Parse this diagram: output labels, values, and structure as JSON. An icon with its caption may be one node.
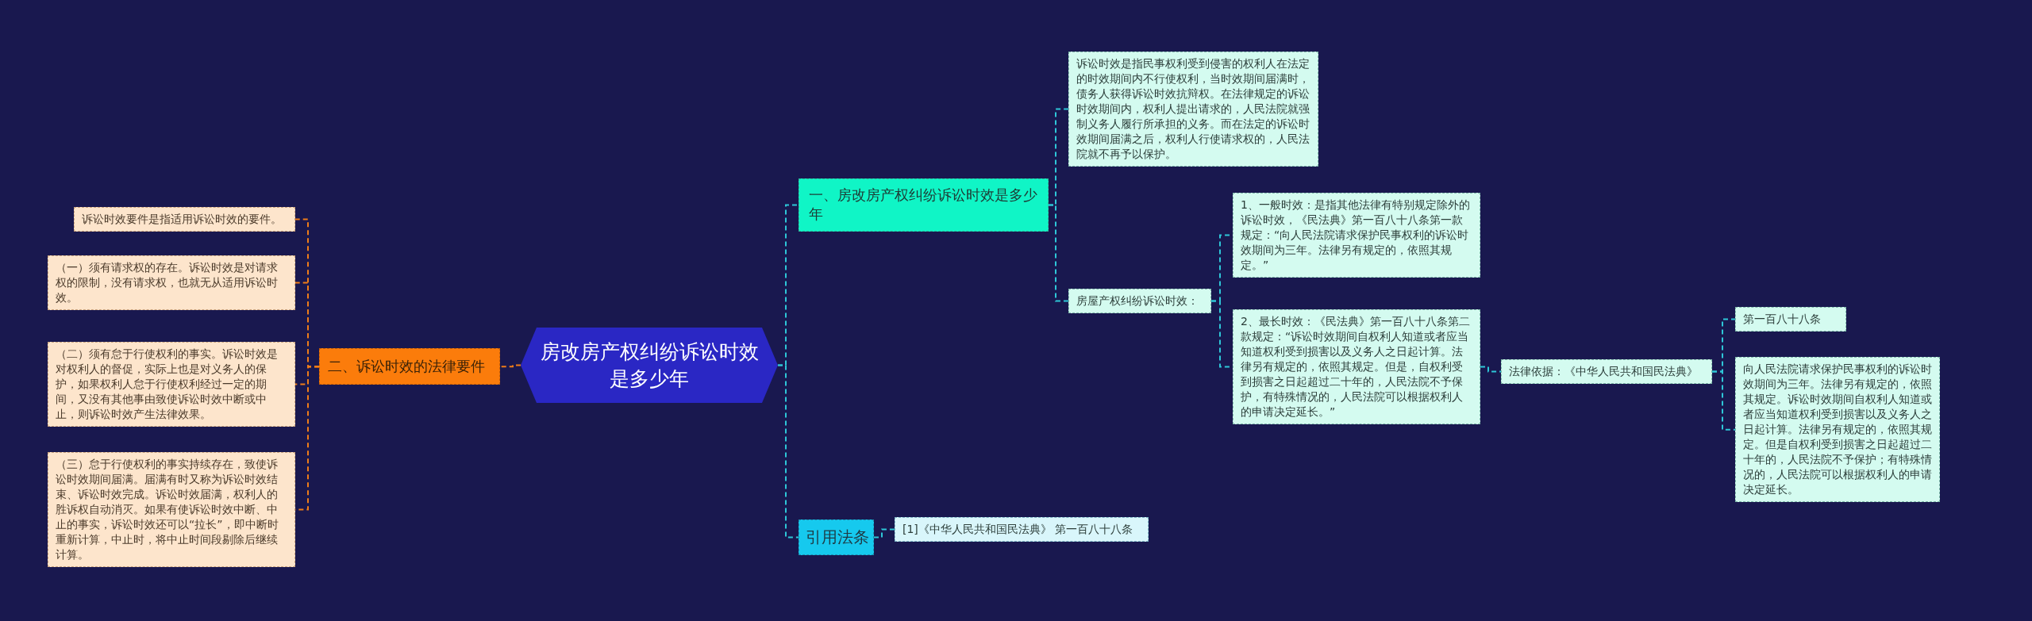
{
  "diagram": {
    "nodes": [
      {
        "text": [
          "房改房产权纠纷诉讼时效是多少年"
        ]
      },
      {
        "text": [
          "一、房改房产权纠纷诉讼时效是多少年"
        ]
      },
      {
        "text": [
          "诉讼时效是指民事权利受到侵害的权利人在法定的时效期间内不行使权利，当时效期间届满时，债务人获得诉讼时效抗辩权。在法律规定的诉讼时效期间内，权利人提出请求的，人民法院就强制义务人履行所承担的义务。而在法定的诉讼时效期间届满之后，权利人行使请求权的，人民法院就不再予以保护。"
        ]
      },
      {
        "text": [
          "房屋产权纠纷诉讼时效："
        ]
      },
      {
        "text": [
          "1、一般时效：是指其他法律有特别规定除外的诉讼时效，《民法典》第一百八十八条第一款规定：“向人民法院请求保护民事权利的诉讼时效期间为三年。法律另有规定的，依照其规定。”"
        ]
      },
      {
        "text": [
          "2、最长时效：《民法典》第一百八十八条第二款规定：“诉讼时效期间自权利人知道或者应当知道权利受到损害以及义务人之日起计算。法律另有规定的，依照其规定。但是，自权利受到损害之日起超过二十年的，人民法院不予保护，有特殊情况的，人民法院可以根据权利人的申请决定延长。”"
        ]
      },
      {
        "text": [
          "法律依据：《中华人民共和国民法典》"
        ]
      },
      {
        "text": [
          "第一百八十八条"
        ]
      },
      {
        "text": [
          "向人民法院请求保护民事权利的诉讼时效期间为三年。法律另有规定的，依照其规定。诉讼时效期间自权利人知道或者应当知道权利受到损害以及义务人之日起计算。法律另有规定的，依照其规定。但是自权利受到损害之日起超过二十年的，人民法院不予保护；有特殊情况的，人民法院可以根据权利人的申请决定延长。"
        ]
      },
      {
        "text": [
          "引用法条"
        ]
      },
      {
        "text": [
          "[1]《中华人民共和国民法典》 第一百八十八条"
        ]
      },
      {
        "text": [
          "二、诉讼时效的法律要件"
        ]
      },
      {
        "text": [
          "诉讼时效要件是指适用诉讼时效的要件。"
        ]
      },
      {
        "text": [
          "（一）须有请求权的存在。诉讼时效是对请求权的限制，没有请求权，也就无从适用诉讼时效。"
        ]
      },
      {
        "text": [
          "（二）须有怠于行使权利的事实。诉讼时效是对权利人的督促，实际上也是对义务人的保护，如果权利人怠于行使权利经过一定的期间，又没有其他事由致使诉讼时效中断或中止，则诉讼时效产生法律效果。"
        ]
      },
      {
        "text": [
          "（三）怠于行使权利的事实持续存在，致使诉讼时效期间届满。届满有时又称为诉讼时效结束、诉讼时效完成。诉讼时效届满，权利人的胜诉权自动消灭。如果有使诉讼时效中断、中止的事实，诉讼时效还可以“拉长”，即中断时重新计算，中止时，将中止时间段剔除后继续计算。"
        ]
      }
    ],
    "edges": [
      {
        "from": 0,
        "to": 1,
        "arrow": "none",
        "style": "dashed"
      },
      {
        "from": 1,
        "to": 2,
        "arrow": "none",
        "style": "dashed"
      },
      {
        "from": 1,
        "to": 3,
        "arrow": "none",
        "style": "dashed"
      },
      {
        "from": 3,
        "to": 4,
        "arrow": "none",
        "style": "dashed"
      },
      {
        "from": 3,
        "to": 5,
        "arrow": "none",
        "style": "dashed"
      },
      {
        "from": 5,
        "to": 6,
        "arrow": "none",
        "style": "dashed"
      },
      {
        "from": 6,
        "to": 7,
        "arrow": "none",
        "style": "dashed"
      },
      {
        "from": 6,
        "to": 8,
        "arrow": "none",
        "style": "dashed"
      },
      {
        "from": 0,
        "to": 9,
        "arrow": "none",
        "style": "dashed"
      },
      {
        "from": 9,
        "to": 10,
        "arrow": "none",
        "style": "dashed"
      },
      {
        "from": 0,
        "to": 11,
        "arrow": "none",
        "style": "dashed",
        "color": "#f07d18"
      },
      {
        "from": 11,
        "to": 12,
        "arrow": "none",
        "style": "dashed",
        "color": "#f07d18"
      },
      {
        "from": 11,
        "to": 13,
        "arrow": "none",
        "style": "dashed",
        "color": "#f07d18"
      },
      {
        "from": 11,
        "to": 14,
        "arrow": "none",
        "style": "dashed",
        "color": "#f07d18"
      },
      {
        "from": 11,
        "to": 15,
        "arrow": "none",
        "style": "dashed",
        "color": "#f07d18"
      }
    ]
  }
}
